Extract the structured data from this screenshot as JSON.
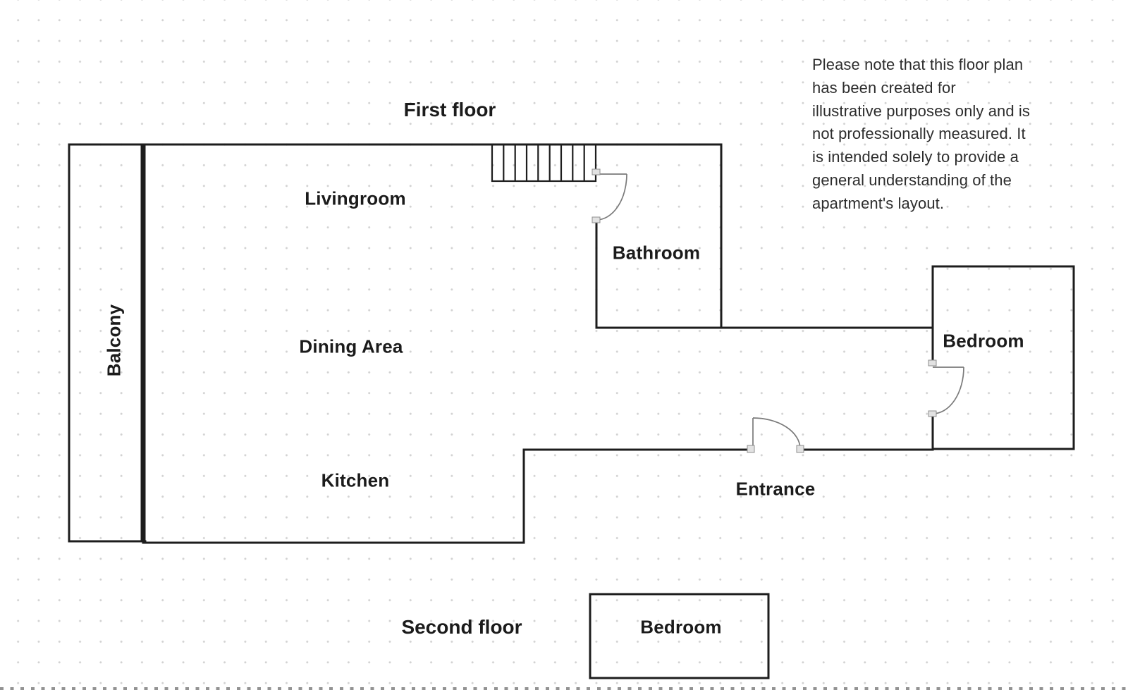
{
  "colors": {
    "wall": "#1d1d1d",
    "door": "#7a7a7a",
    "text": "#1b1b1b",
    "dot_grid": "#d2d2d2"
  },
  "titles": {
    "first_floor": "First floor",
    "second_floor": "Second floor"
  },
  "rooms": {
    "livingroom": "Livingroom",
    "dining_area": "Dining Area",
    "kitchen": "Kitchen",
    "balcony": "Balcony",
    "bathroom": "Bathroom",
    "bedroom_first_floor": "Bedroom",
    "entrance": "Entrance",
    "bedroom_second_floor": "Bedroom"
  },
  "disclaimer": {
    "lines": [
      "Please note that this floor plan",
      "has been created for",
      "illustrative purposes only and is",
      "not professionally measured. It",
      "is intended solely to provide a",
      "general understanding of the",
      "apartment's layout."
    ]
  }
}
